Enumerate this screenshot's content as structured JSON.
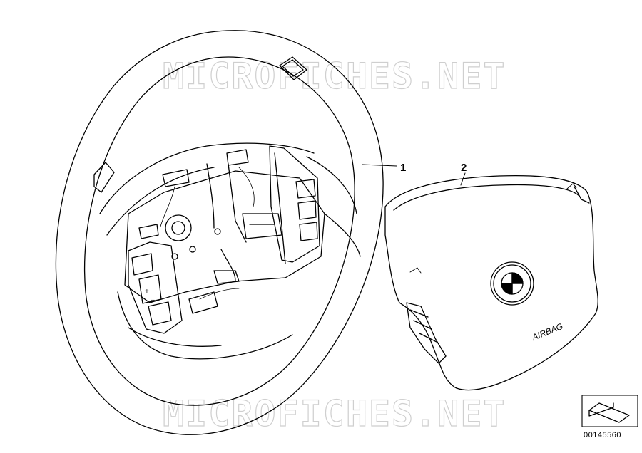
{
  "watermark_text": "MICROFICHES.NET",
  "callouts": {
    "part1": "1",
    "part2": "2"
  },
  "airbag_text": "AIRBAG",
  "reference_number": "00145560",
  "colors": {
    "line": "#000000",
    "watermark": "#cfcfcf",
    "background": "#ffffff"
  },
  "icons": [
    "steering-wheel-drawing",
    "airbag-module-drawing",
    "bmw-roundel-icon",
    "arrow-symbol-icon"
  ]
}
